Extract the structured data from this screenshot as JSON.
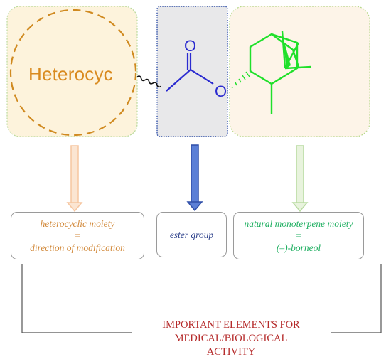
{
  "structure_label": "Heterocyc",
  "boxes": {
    "heterocyclic": {
      "line1": "heterocyclic moiety",
      "line2": "=",
      "line3": "direction of modification"
    },
    "ester": {
      "line1": "ester group"
    },
    "natural": {
      "line1": "natural monoterpene moiety",
      "line2": "=",
      "line3": "(–)-borneol"
    }
  },
  "atoms": {
    "carbonyl_oxygen": "O",
    "ester_oxygen": "O"
  },
  "conclusion": {
    "line1": "IMPORTANT ELEMENTS FOR",
    "line2": "MEDICAL/BIOLOGICAL",
    "line3": "ACTIVITY"
  },
  "colors": {
    "heterocycle": "#d98a1e",
    "heterocycle_panel": "#fdf3dc",
    "ester": "#2b2bd0",
    "ester_panel": "#e8e8ea",
    "terpene": "#1fe02a",
    "arrow_orange": "#f6c6a0",
    "arrow_blue": "#3f63c0",
    "arrow_green": "#b9dba2",
    "conclusion_text": "#b52a2a"
  }
}
